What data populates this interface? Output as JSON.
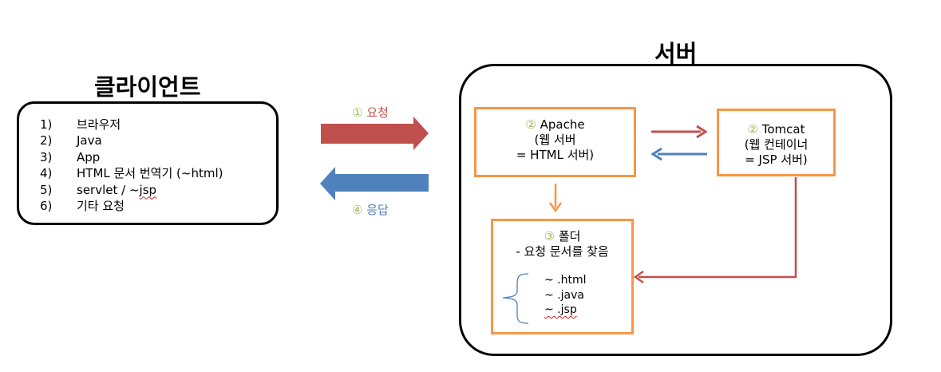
{
  "client": {
    "title": "클라이언트",
    "items": [
      {
        "num": "1)",
        "text": "브라우저"
      },
      {
        "num": "2)",
        "text": "Java"
      },
      {
        "num": "3)",
        "text": "App"
      },
      {
        "num": "4)",
        "text": "HTML 문서 번역기 (~html)"
      },
      {
        "num": "5)",
        "text": "servlet / ~",
        "squiggle": "jsp"
      },
      {
        "num": "6)",
        "text": "기타 요청"
      }
    ]
  },
  "server": {
    "title": "서버",
    "apache": {
      "circle": "②",
      "name": "Apache",
      "line2": "(웹 서버",
      "line3": "= HTML 서버)"
    },
    "tomcat": {
      "circle": "②",
      "name": "Tomcat",
      "line2": "(웹 컨테이너",
      "line3": "= JSP 서버)"
    },
    "folder": {
      "circle": "③",
      "name": "폴더",
      "line2": "- 요청 문서를 찾음",
      "exts": [
        "~ .html",
        "~ .java",
        "~ .jsp"
      ]
    }
  },
  "arrows": {
    "request": {
      "circle": "①",
      "label": "요청",
      "color": "#c0504d"
    },
    "response": {
      "circle": "④",
      "label": "응답",
      "color": "#4f81bd"
    },
    "box_border_color": "#f79646",
    "circle_number_color": "#9bbb59"
  }
}
